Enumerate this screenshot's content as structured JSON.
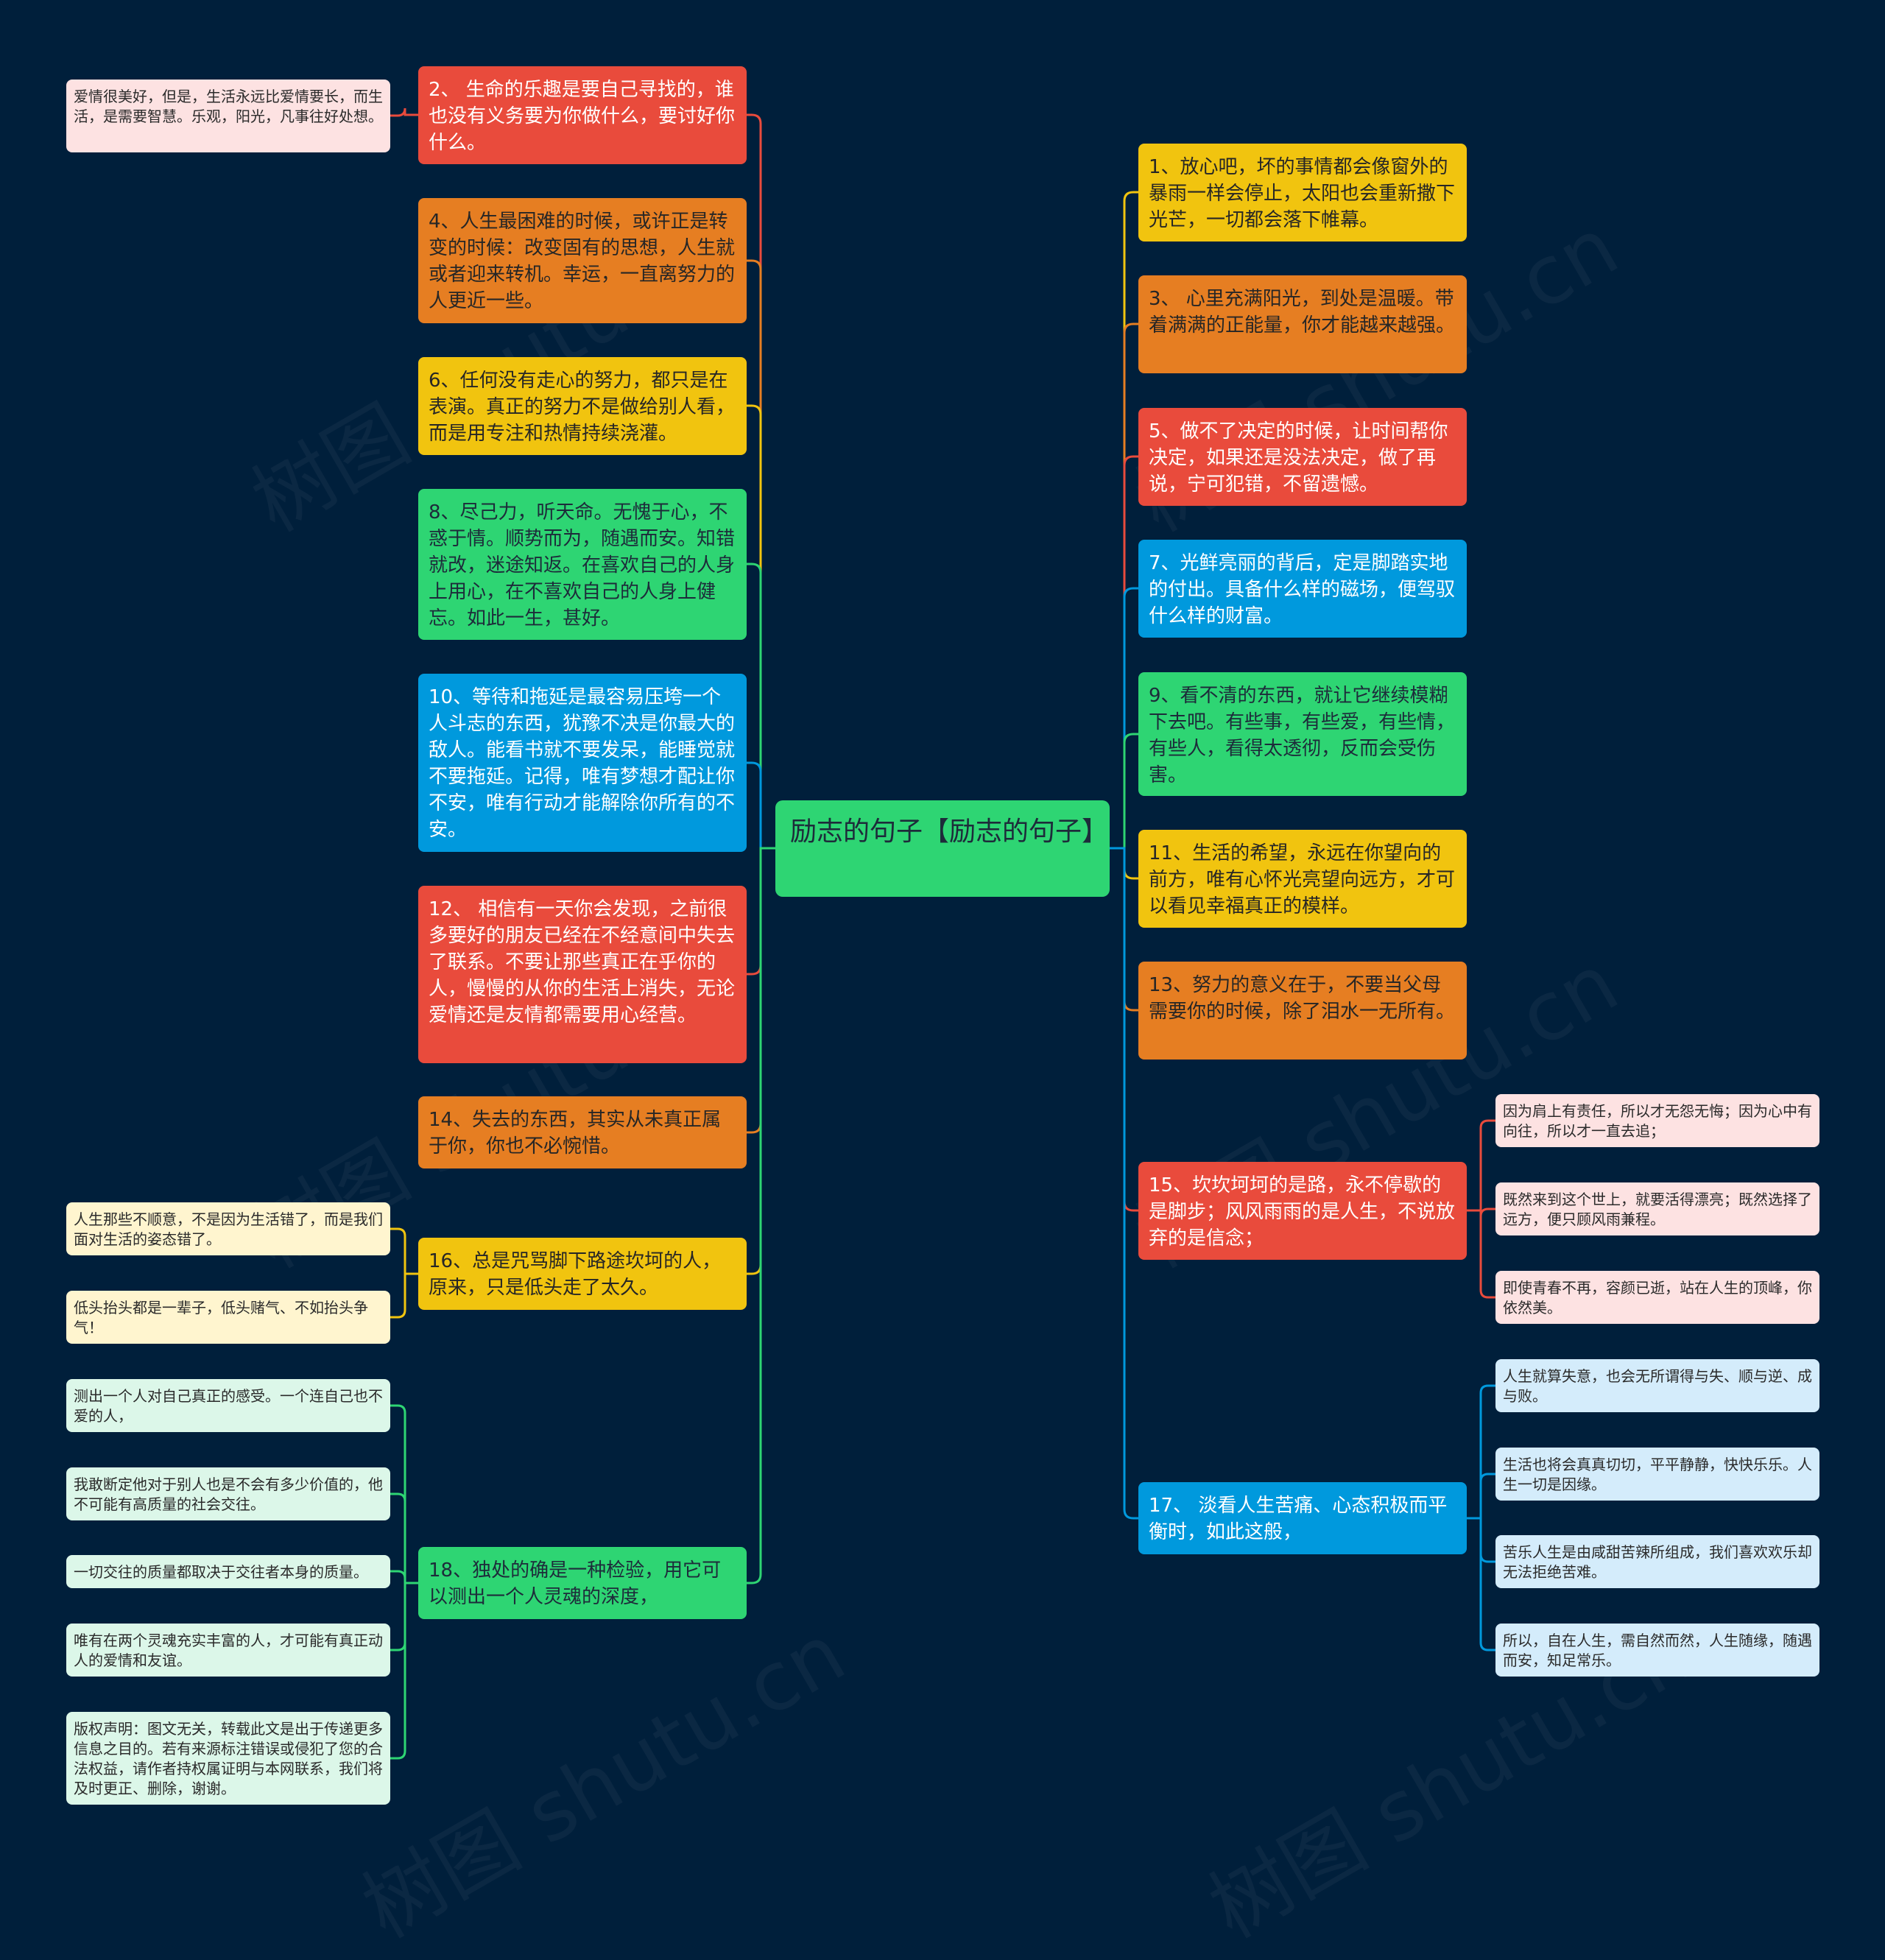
{
  "root": {
    "text": "励志的句子【励志的句子】"
  },
  "branches": [
    {
      "id": "b2",
      "text": "2、 生命的乐趣是要自己寻找的，谁也没有义务要为你做什么，要讨好你什么。",
      "color": "#e94b3c",
      "leaves": [
        "爱情很美好，但是，生活永远比爱情要长，而生活，是需要智慧。乐观，阳光，凡事往好处想。"
      ]
    },
    {
      "id": "b4",
      "text": "4、人生最困难的时候，或许正是转变的时候：改变固有的思想，人生就或者迎来转机。幸运，一直离努力的人更近一些。",
      "color": "#e67e22",
      "leaves": []
    },
    {
      "id": "b6",
      "text": "6、任何没有走心的努力，都只是在表演。真正的努力不是做给别人看，而是用专注和热情持续浇灌。",
      "color": "#f1c40f",
      "leaves": []
    },
    {
      "id": "b8",
      "text": "8、尽己力，听天命。无愧于心，不惑于情。顺势而为，随遇而安。知错就改，迷途知返。在喜欢自己的人身上用心，在不喜欢自己的人身上健忘。如此一生，甚好。",
      "color": "#2ed573",
      "leaves": []
    },
    {
      "id": "b10",
      "text": "10、等待和拖延是最容易压垮一个人斗志的东西，犹豫不决是你最大的敌人。能看书就不要发呆，能睡觉就不要拖延。记得，唯有梦想才配让你不安，唯有行动才能解除你所有的不安。",
      "color": "#0099dd",
      "leaves": []
    },
    {
      "id": "b12",
      "text": "12、 相信有一天你会发现，之前很多要好的朋友已经在不经意间中失去了联系。不要让那些真正在乎你的人，慢慢的从你的生活上消失，无论爱情还是友情都需要用心经营。",
      "color": "#e94b3c",
      "leaves": []
    },
    {
      "id": "b14",
      "text": "14、失去的东西，其实从未真正属于你，你也不必惋惜。",
      "color": "#e67e22",
      "leaves": []
    },
    {
      "id": "b16",
      "text": "16、总是咒骂脚下路途坎坷的人，原来，只是低头走了太久。",
      "color": "#f1c40f",
      "leaves": [
        "人生那些不顺意，不是因为生活错了，而是我们面对生活的姿态错了。",
        "低头抬头都是一辈子，低头赌气、不如抬头争气！"
      ]
    },
    {
      "id": "b18",
      "text": "18、独处的确是一种检验，用它可以测出一个人灵魂的深度，",
      "color": "#2ed573",
      "leaves": [
        "测出一个人对自己真正的感受。一个连自己也不爱的人，",
        "我敢断定他对于别人也是不会有多少价值的，他不可能有高质量的社会交往。",
        "一切交往的质量都取决于交往者本身的质量。",
        "唯有在两个灵魂充实丰富的人，才可能有真正动人的爱情和友谊。",
        "版权声明：图文无关，转载此文是出于传递更多信息之目的。若有来源标注错误或侵犯了您的合法权益，请作者持权属证明与本网联系，我们将及时更正、删除，谢谢。"
      ]
    },
    {
      "id": "b1",
      "text": "1、放心吧，坏的事情都会像窗外的暴雨一样会停止，太阳也会重新撒下光芒，一切都会落下帷幕。",
      "color": "#f1c40f",
      "leaves": []
    },
    {
      "id": "b3",
      "text": "3、 心里充满阳光，到处是温暖。带着满满的正能量，你才能越来越强。",
      "color": "#e67e22",
      "leaves": []
    },
    {
      "id": "b5",
      "text": "5、做不了决定的时候，让时间帮你决定，如果还是没法决定，做了再说，宁可犯错，不留遗憾。",
      "color": "#e94b3c",
      "leaves": []
    },
    {
      "id": "b7",
      "text": "7、光鲜亮丽的背后，定是脚踏实地的付出。具备什么样的磁场，便驾驭什么样的财富。",
      "color": "#0099dd",
      "leaves": []
    },
    {
      "id": "b9",
      "text": "9、看不清的东西，就让它继续模糊下去吧。有些事，有些爱，有些情，有些人，看得太透彻，反而会受伤害。",
      "color": "#2ed573",
      "leaves": []
    },
    {
      "id": "b11",
      "text": "11、生活的希望，永远在你望向的前方，唯有心怀光亮望向远方，才可以看见幸福真正的模样。",
      "color": "#f1c40f",
      "leaves": []
    },
    {
      "id": "b13",
      "text": "13、努力的意义在于，不要当父母需要你的时候，除了泪水一无所有。",
      "color": "#e67e22",
      "leaves": []
    },
    {
      "id": "b15",
      "text": "15、坎坎坷坷的是路，永不停歇的是脚步；风风雨雨的是人生，不说放弃的是信念；",
      "color": "#e94b3c",
      "leaves": [
        "因为肩上有责任，所以才无怨无悔；因为心中有向往，所以才一直去追；",
        "既然来到这个世上，就要活得漂亮；既然选择了远方，便只顾风雨兼程。",
        "即使青春不再，容颜已逝，站在人生的顶峰，你依然美。"
      ]
    },
    {
      "id": "b17",
      "text": "17、 淡看人生苦痛、心态积极而平衡时，如此这般，",
      "color": "#0099dd",
      "leaves": [
        "人生就算失意，也会无所谓得与失、顺与逆、成与败。",
        "生活也将会真真切切，平平静静，快快乐乐。人生一切是因缘。",
        "苦乐人生是由咸甜苦辣所组成，我们喜欢欢乐却无法拒绝苦难。",
        "所以，自在人生，需自然而然，人生随缘，随遇而安，知足常乐。"
      ]
    }
  ],
  "watermark": "树图 shutu.cn"
}
